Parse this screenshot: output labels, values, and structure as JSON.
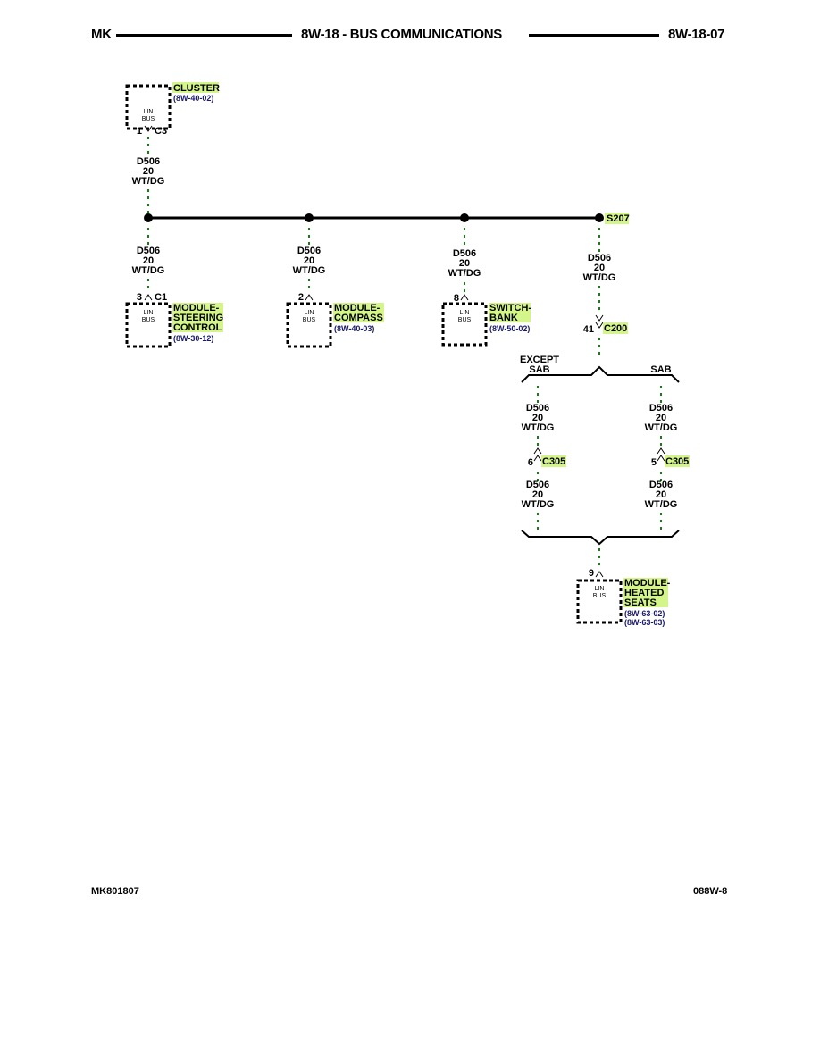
{
  "header": {
    "left": "MK",
    "title": "8W-18 - BUS COMMUNICATIONS",
    "page": "8W-18-07"
  },
  "footer": {
    "left": "MK801807",
    "right": "088W-8"
  },
  "colors": {
    "highlight": "#d4f58a",
    "wire_dots": "#1a7a1a",
    "ref_text": "#1a1a6e"
  },
  "wire": {
    "circuit": "D506",
    "gauge": "20",
    "color": "WT/DG"
  },
  "box_label": {
    "line1": "LIN",
    "line2": "BUS"
  },
  "splice": {
    "name": "S207"
  },
  "components": {
    "cluster": {
      "name": [
        "CLUSTER"
      ],
      "refs": [
        "(8W-40-02)"
      ],
      "pin": "1",
      "connector": "C3"
    },
    "steering": {
      "name": [
        "MODULE-",
        "STEERING",
        "CONTROL"
      ],
      "refs": [
        "(8W-30-12)"
      ],
      "pin": "3",
      "connector": "C1"
    },
    "compass": {
      "name": [
        "MODULE-",
        "COMPASS"
      ],
      "refs": [
        "(8W-40-03)"
      ],
      "pin": "2"
    },
    "switchbank": {
      "name": [
        "SWITCH-",
        "BANK"
      ],
      "refs": [
        "(8W-50-02)"
      ],
      "pin": "8"
    },
    "heated": {
      "name": [
        "MODULE-",
        "HEATED",
        "SEATS"
      ],
      "refs": [
        "(8W-63-02)",
        "(8W-63-03)"
      ],
      "pin": "9"
    }
  },
  "connectors": {
    "c200": {
      "pin": "41",
      "name": "C200"
    },
    "c305_left": {
      "pin": "6",
      "name": "C305"
    },
    "c305_right": {
      "pin": "5",
      "name": "C305"
    }
  },
  "options": {
    "left": [
      "EXCEPT",
      "SAB"
    ],
    "right": [
      "SAB"
    ]
  }
}
